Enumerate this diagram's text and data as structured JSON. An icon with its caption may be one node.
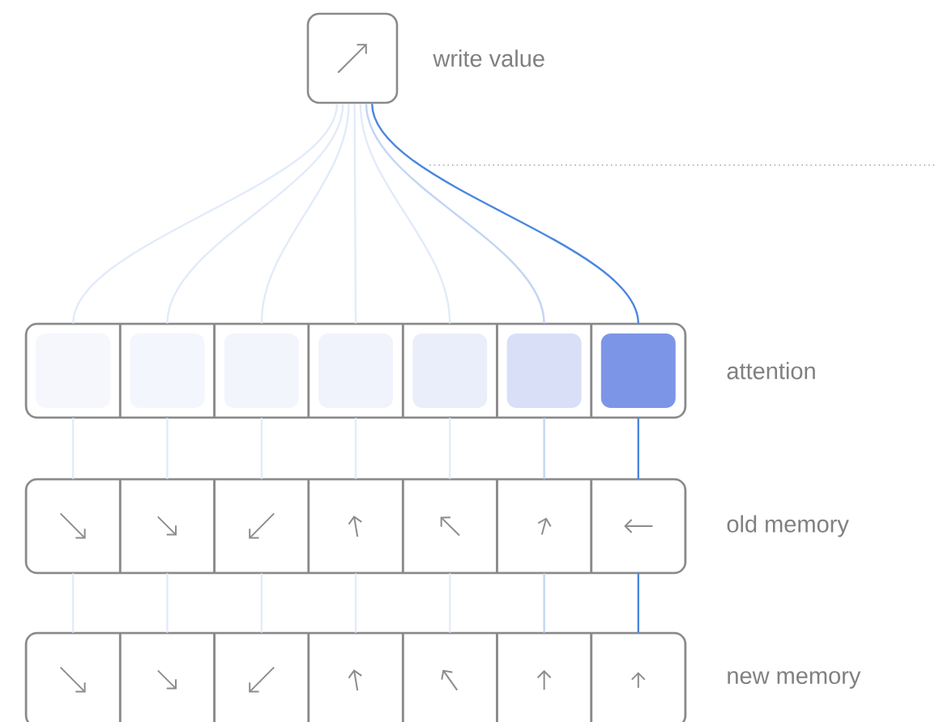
{
  "diagram": {
    "nodes": [
      {
        "text": [
          "write value"
        ]
      },
      {
        "text": [
          "attention"
        ]
      },
      {
        "text": [],
        "shape": "box",
        "in": 1
      },
      {
        "text": [],
        "shape": "box",
        "in": 1
      },
      {
        "text": [],
        "shape": "box",
        "in": 1
      },
      {
        "text": [],
        "shape": "box",
        "in": 1
      },
      {
        "text": [],
        "shape": "box",
        "in": 1
      },
      {
        "text": [],
        "shape": "box",
        "in": 1
      },
      {
        "text": [],
        "shape": "box",
        "in": 1
      },
      {
        "text": [
          "old memory"
        ]
      },
      {
        "text": [],
        "shape": "box",
        "in": 9
      },
      {
        "text": [],
        "shape": "box",
        "in": 9
      },
      {
        "text": [],
        "shape": "box",
        "in": 9
      },
      {
        "text": [],
        "shape": "box",
        "in": 9
      },
      {
        "text": [],
        "shape": "box",
        "in": 9
      },
      {
        "text": [],
        "shape": "box",
        "in": 9
      },
      {
        "text": [],
        "shape": "box",
        "in": 9
      },
      {
        "text": [
          "new memory"
        ]
      },
      {
        "text": [],
        "shape": "box",
        "in": 17
      },
      {
        "text": [],
        "shape": "box",
        "in": 17
      },
      {
        "text": [],
        "shape": "box",
        "in": 17
      },
      {
        "text": [],
        "shape": "box",
        "in": 17
      },
      {
        "text": [],
        "shape": "box",
        "in": 17
      },
      {
        "text": [],
        "shape": "box",
        "in": 17
      },
      {
        "text": [],
        "shape": "box",
        "in": 17
      }
    ],
    "edges": [
      {
        "from": 0,
        "to": 2,
        "arrow": "none"
      },
      {
        "from": 2,
        "to": 10,
        "arrow": "none"
      },
      {
        "from": 10,
        "to": 18,
        "arrow": "none"
      },
      {
        "from": 0,
        "to": 3,
        "arrow": "none"
      },
      {
        "from": 3,
        "to": 11,
        "arrow": "none"
      },
      {
        "from": 11,
        "to": 19,
        "arrow": "none"
      },
      {
        "from": 0,
        "to": 4,
        "arrow": "none"
      },
      {
        "from": 4,
        "to": 12,
        "arrow": "none"
      },
      {
        "from": 12,
        "to": 20,
        "arrow": "none"
      },
      {
        "from": 0,
        "to": 5,
        "arrow": "none"
      },
      {
        "from": 5,
        "to": 13,
        "arrow": "none"
      },
      {
        "from": 13,
        "to": 21,
        "arrow": "none"
      },
      {
        "from": 0,
        "to": 6,
        "arrow": "none"
      },
      {
        "from": 6,
        "to": 14,
        "arrow": "none"
      },
      {
        "from": 14,
        "to": 22,
        "arrow": "none"
      },
      {
        "from": 0,
        "to": 7,
        "arrow": "none",
        "color": "#c3d5f4"
      },
      {
        "from": 7,
        "to": 15,
        "arrow": "none",
        "color": "#c3d5f4"
      },
      {
        "from": 15,
        "to": 23,
        "arrow": "none",
        "color": "#c3d5f4"
      },
      {
        "from": 0,
        "to": 8,
        "arrow": "none",
        "color": "#4a86de"
      },
      {
        "from": 8,
        "to": 16,
        "arrow": "none",
        "color": "#4a86de"
      },
      {
        "from": 16,
        "to": 24,
        "arrow": "none",
        "color": "#4a86de"
      }
    ]
  }
}
